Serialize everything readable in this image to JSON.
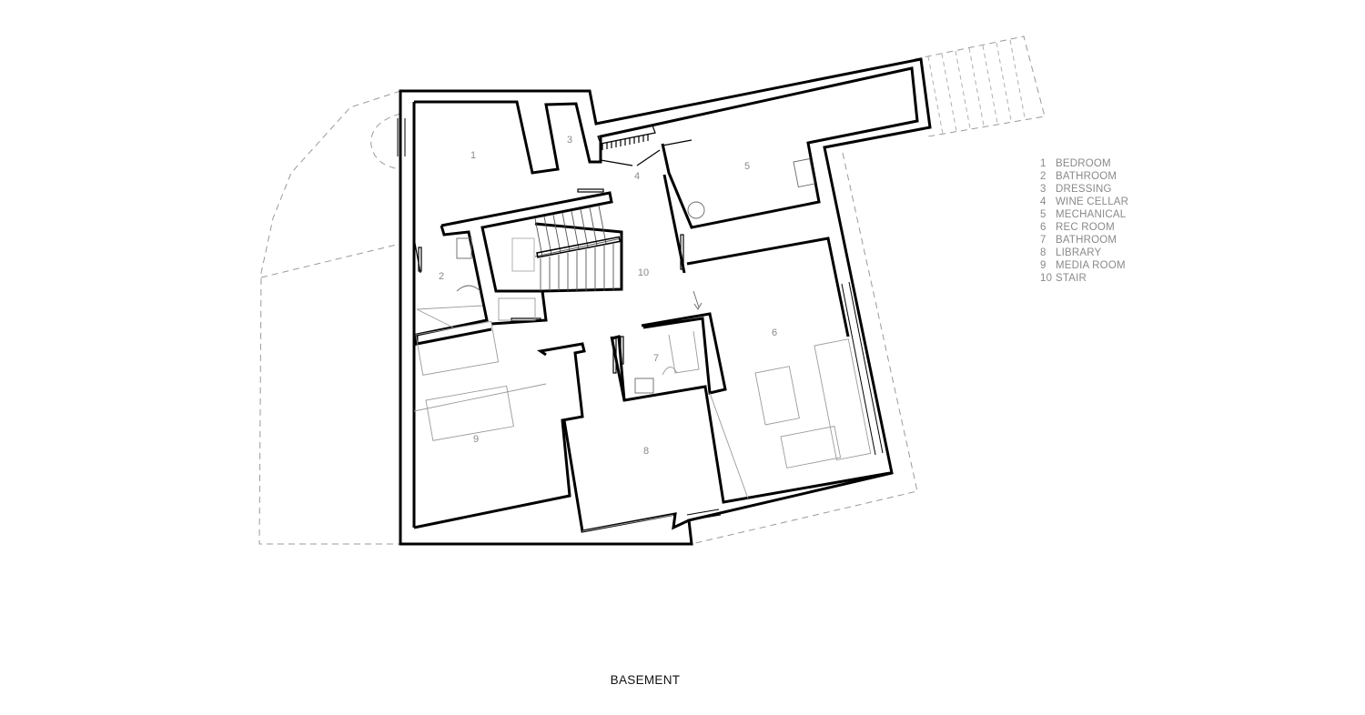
{
  "title": "BASEMENT",
  "rooms": [
    {
      "num": "1",
      "name": "BEDROOM"
    },
    {
      "num": "2",
      "name": "BATHROOM"
    },
    {
      "num": "3",
      "name": "DRESSING"
    },
    {
      "num": "4",
      "name": "WINE CELLAR"
    },
    {
      "num": "5",
      "name": "MECHANICAL"
    },
    {
      "num": "6",
      "name": "REC ROOM"
    },
    {
      "num": "7",
      "name": "BATHROOM"
    },
    {
      "num": "8",
      "name": "LIBRARY"
    },
    {
      "num": "9",
      "name": "MEDIA ROOM"
    },
    {
      "num": "10",
      "name": "STAIR"
    }
  ]
}
